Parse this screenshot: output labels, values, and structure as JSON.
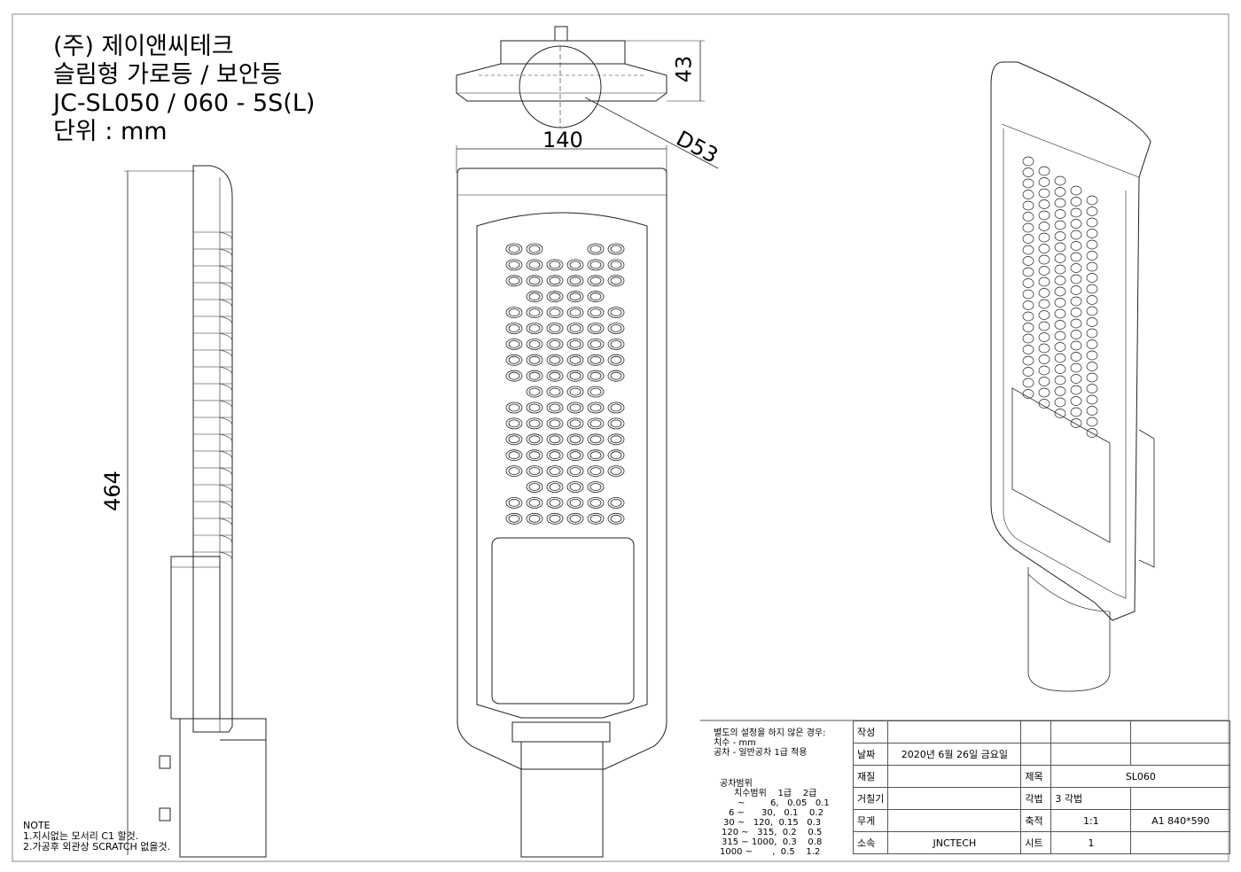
{
  "header": {
    "line1": "(주) 제이앤씨테크",
    "line2": "슬림형 가로등 / 보안등",
    "line3": "JC-SL050 / 060 - 5S(L)",
    "line4": "단위 : mm"
  },
  "dimensions": {
    "top_width": "140",
    "top_height": "43",
    "pole_diameter": "D53",
    "side_length": "464"
  },
  "notes": {
    "heading": "NOTE",
    "item1": "1.지시없는 모서리 C1 할것.",
    "item2": "2.가공후 외관상 SCRATCH 없을것."
  },
  "general_spec": {
    "line1": "별도의 설정을 하지 않은 경우:",
    "line2": "치수 - mm",
    "line3": "공차 - 일반공차 1급 적용"
  },
  "tolerance": {
    "title": "공차범위",
    "header": "치수범위    1급    2급",
    "rows": [
      "~         6,   0.05   0.1",
      "6 ~      30,   0.1    0.2",
      "30 ~   120,  0.15   0.3",
      "120 ~   315,  0.2    0.5",
      "315 ~ 1000,  0.3    0.8",
      "1000 ~       ,  0.5    1.2"
    ]
  },
  "title_block": {
    "author_label": "작성",
    "date_label": "날짜",
    "date_value": "2020년 6월 26일 금요일",
    "material_label": "재질",
    "title_label": "제목",
    "title_value": "SL060",
    "roughness_label": "거칠기",
    "angle_label": "각법",
    "angle_value": "3 각법",
    "weight_label": "무게",
    "scale_label": "축적",
    "scale_value": "1:1",
    "paper_value": "A1 840*590",
    "company_label": "소속",
    "company_value": "JNCTECH",
    "sheet_label": "시트",
    "sheet_value": "1"
  }
}
